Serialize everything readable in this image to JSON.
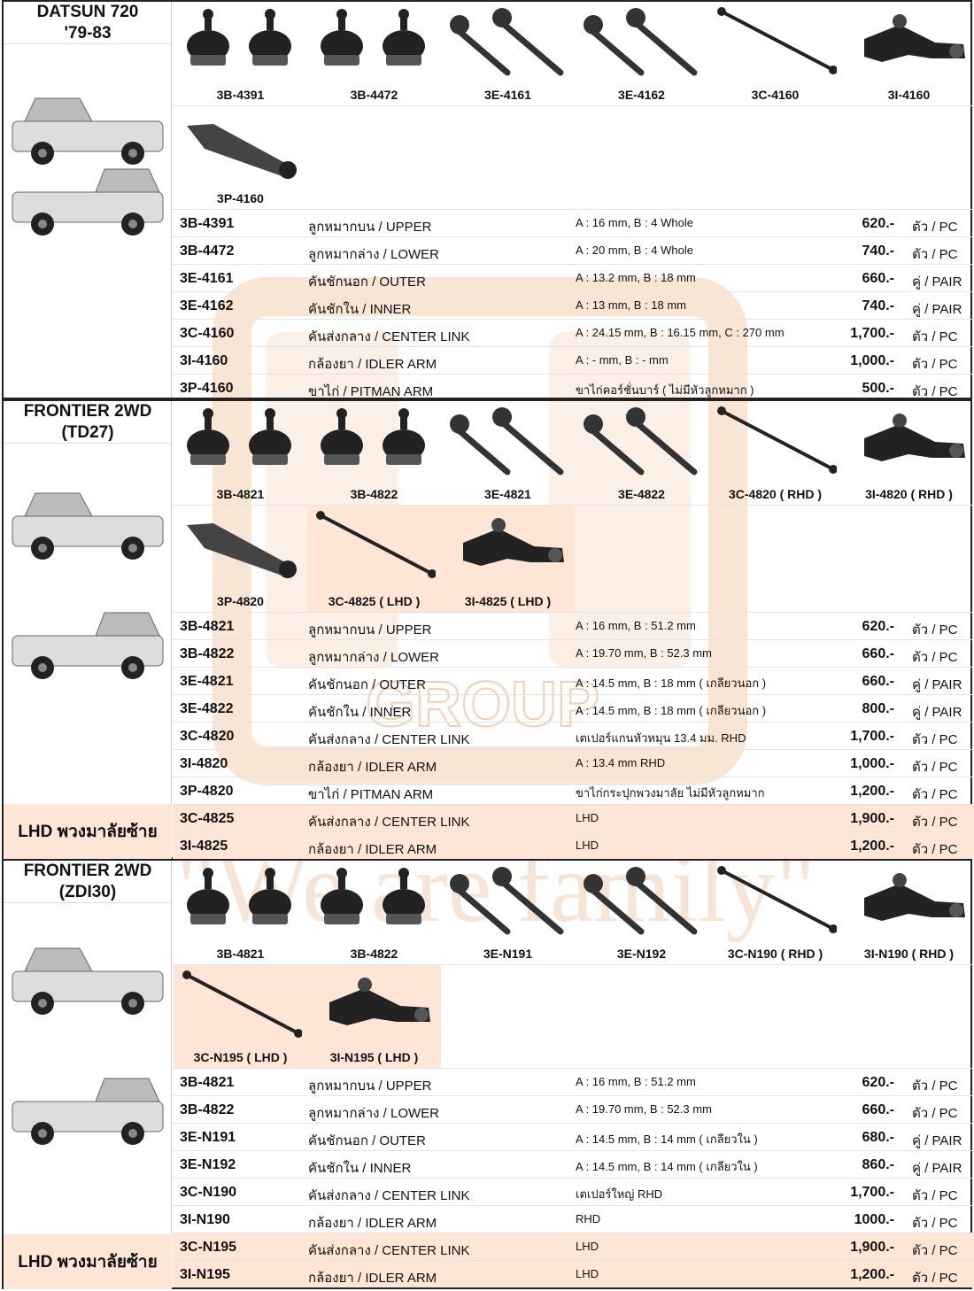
{
  "watermark": {
    "brand": "GROUP",
    "slogan": "\"We are family\""
  },
  "sections": [
    {
      "title": "DATSUN 720",
      "subtitle": "'79-83",
      "parts_row1": [
        "3B-4391",
        "3B-4472",
        "3E-4161",
        "3E-4162",
        "3C-4160",
        "3I-4160"
      ],
      "parts_row2": [
        "3P-4160"
      ],
      "rows": [
        {
          "code": "3B-4391",
          "desc": "ลูกหมากบน / UPPER",
          "spec": "A : 16 mm, B  : 4 Whole",
          "price": "620.-",
          "unit": "ตัว / PC"
        },
        {
          "code": "3B-4472",
          "desc": "ลูกหมากล่าง / LOWER",
          "spec": "A : 20 mm,  B  : 4 Whole",
          "price": "740.-",
          "unit": "ตัว / PC"
        },
        {
          "code": "3E-4161",
          "desc": "คันชักนอก / OUTER",
          "spec": "A : 13.2 mm,  B : 18 mm",
          "price": "660.-",
          "unit": "คู่ / PAIR"
        },
        {
          "code": "3E-4162",
          "desc": "คันชักใน / INNER",
          "spec": "A : 13 mm, B : 18 mm",
          "price": "740.-",
          "unit": "คู่ / PAIR"
        },
        {
          "code": "3C-4160",
          "desc": "คันส่งกลาง / CENTER LINK",
          "spec": "A : 24.15 mm,  B : 16.15  mm, C : 270 mm",
          "price": "1,700.-",
          "unit": "ตัว / PC"
        },
        {
          "code": "3I-4160",
          "desc": "กล้องยา / IDLER ARM",
          "spec": "A : - mm,  B  : -  mm",
          "price": "1,000.-",
          "unit": "ตัว / PC"
        },
        {
          "code": "3P-4160",
          "desc": "ขาไก่ / PITMAN ARM",
          "spec": "ขาไก่คอร์ชั่นบาร์  ( ไม่มีหัวลูกหมาก )",
          "price": "500.-",
          "unit": "ตัว / PC"
        }
      ]
    },
    {
      "title": "FRONTIER  2WD",
      "subtitle": "(TD27)",
      "parts_row1": [
        "3B-4821",
        "3B-4822",
        "3E-4821",
        "3E-4822",
        "3C-4820 ( RHD )",
        "3I-4820 ( RHD )"
      ],
      "parts_row2": [
        "3P-4820",
        "3C-4825 ( LHD )",
        "3I-4825 ( LHD )"
      ],
      "lhd_label": "LHD พวงมาลัยซ้าย",
      "rows": [
        {
          "code": "3B-4821",
          "desc": "ลูกหมากบน / UPPER",
          "spec": "A : 16 mm, B : 51.2 mm",
          "price": "620.-",
          "unit": "ตัว / PC"
        },
        {
          "code": "3B-4822",
          "desc": "ลูกหมากล่าง / LOWER",
          "spec": "A : 19.70 mm, B : 52.3 mm",
          "price": "660.-",
          "unit": "ตัว / PC"
        },
        {
          "code": "3E-4821",
          "desc": "คันชักนอก / OUTER",
          "spec": "A : 14.5 mm, B : 18 mm ( เกลียวนอก )",
          "price": "660.-",
          "unit": "คู่ / PAIR"
        },
        {
          "code": "3E-4822",
          "desc": "คันชักใน / INNER",
          "spec": "A : 14.5 mm, B : 18 mm ( เกลียวนอก )",
          "price": "800.-",
          "unit": "คู่ / PAIR"
        },
        {
          "code": "3C-4820",
          "desc": "คันส่งกลาง / CENTER LINK",
          "spec": "เตเปอร์แกนหัวหมุน 13.4 มม. RHD",
          "price": "1,700.-",
          "unit": "ตัว / PC"
        },
        {
          "code": "3I-4820",
          "desc": "กล้องยา / IDLER ARM",
          "spec": "A : 13.4 mm  RHD",
          "price": "1,000.-",
          "unit": "ตัว / PC"
        },
        {
          "code": "3P-4820",
          "desc": "ขาไก่ / PITMAN ARM",
          "spec": "ขาไก่กระปุกพวงมาลัย ไม่มีหัวลูกหมาก",
          "price": "1,200.-",
          "unit": "ตัว / PC"
        },
        {
          "code": "3C-4825",
          "desc": "คันส่งกลาง / CENTER LINK",
          "spec": "LHD",
          "price": "1,900.-",
          "unit": "ตัว / PC",
          "lhd": true
        },
        {
          "code": "3I-4825",
          "desc": "กล้องยา / IDLER ARM",
          "spec": "LHD",
          "price": "1,200.-",
          "unit": "ตัว / PC",
          "lhd": true
        }
      ]
    },
    {
      "title": "FRONTIER  2WD",
      "subtitle": "(ZDI30)",
      "parts_row1": [
        "3B-4821",
        "3B-4822",
        "3E-N191",
        "3E-N192",
        "3C-N190 ( RHD )",
        "3I-N190 ( RHD )"
      ],
      "parts_row2": [
        "3C-N195 ( LHD )",
        "3I-N195  ( LHD )"
      ],
      "lhd_label": "LHD พวงมาลัยซ้าย",
      "rows": [
        {
          "code": "3B-4821",
          "desc": "ลูกหมากบน / UPPER",
          "spec": "A : 16 mm, B : 51.2 mm",
          "price": "620.-",
          "unit": "ตัว / PC"
        },
        {
          "code": "3B-4822",
          "desc": "ลูกหมากล่าง / LOWER",
          "spec": "A : 19.70 mm, B : 52.3 mm",
          "price": "660.-",
          "unit": "ตัว / PC"
        },
        {
          "code": "3E-N191",
          "desc": "คันชักนอก / OUTER",
          "spec": "A : 14.5 mm, B : 14 mm ( เกลียวใน )",
          "price": "680.-",
          "unit": "คู่ / PAIR"
        },
        {
          "code": "3E-N192",
          "desc": "คันชักใน / INNER",
          "spec": "A : 14.5 mm, B : 14 mm ( เกลียวใน )",
          "price": "860.-",
          "unit": "คู่ / PAIR"
        },
        {
          "code": "3C-N190",
          "desc": "คันส่งกลาง / CENTER LINK",
          "spec": "เตเปอร์ใหญ่  RHD",
          "price": "1,700.-",
          "unit": "ตัว / PC"
        },
        {
          "code": "3I-N190",
          "desc": "กล้องยา / IDLER ARM",
          "spec": "RHD",
          "price": "1000.-",
          "unit": "ตัว / PC"
        },
        {
          "code": "3C-N195",
          "desc": "คันส่งกลาง / CENTER LINK",
          "spec": "LHD",
          "price": "1,900.-",
          "unit": "ตัว / PC",
          "lhd": true
        },
        {
          "code": "3I-N195",
          "desc": "กล้องยา / IDLER ARM",
          "spec": "LHD",
          "price": "1,200.-",
          "unit": "ตัว / PC",
          "lhd": true
        }
      ]
    }
  ]
}
